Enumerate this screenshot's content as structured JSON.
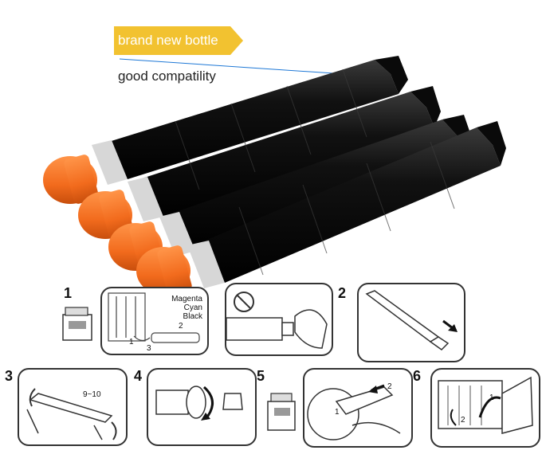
{
  "header": {
    "banner_text": "brand new bottle",
    "tagline": "good compatility",
    "accent_color": "#f2c230",
    "leader_color": "#1e78d6"
  },
  "product": {
    "cap_color": "#f26b1d",
    "body_color": "#111111",
    "icon": "toner-cartridge-icon"
  },
  "steps": [
    {
      "number": "1",
      "legend": [
        "Magenta",
        "Cyan",
        "Black"
      ],
      "arrows": [
        "1",
        "2",
        "3"
      ]
    },
    {
      "number": "2"
    },
    {
      "number": "3",
      "note": "9~10"
    },
    {
      "number": "4"
    },
    {
      "number": "5",
      "arrows": [
        "1",
        "2"
      ]
    },
    {
      "number": "6",
      "arrows": [
        "1",
        "2"
      ]
    }
  ]
}
